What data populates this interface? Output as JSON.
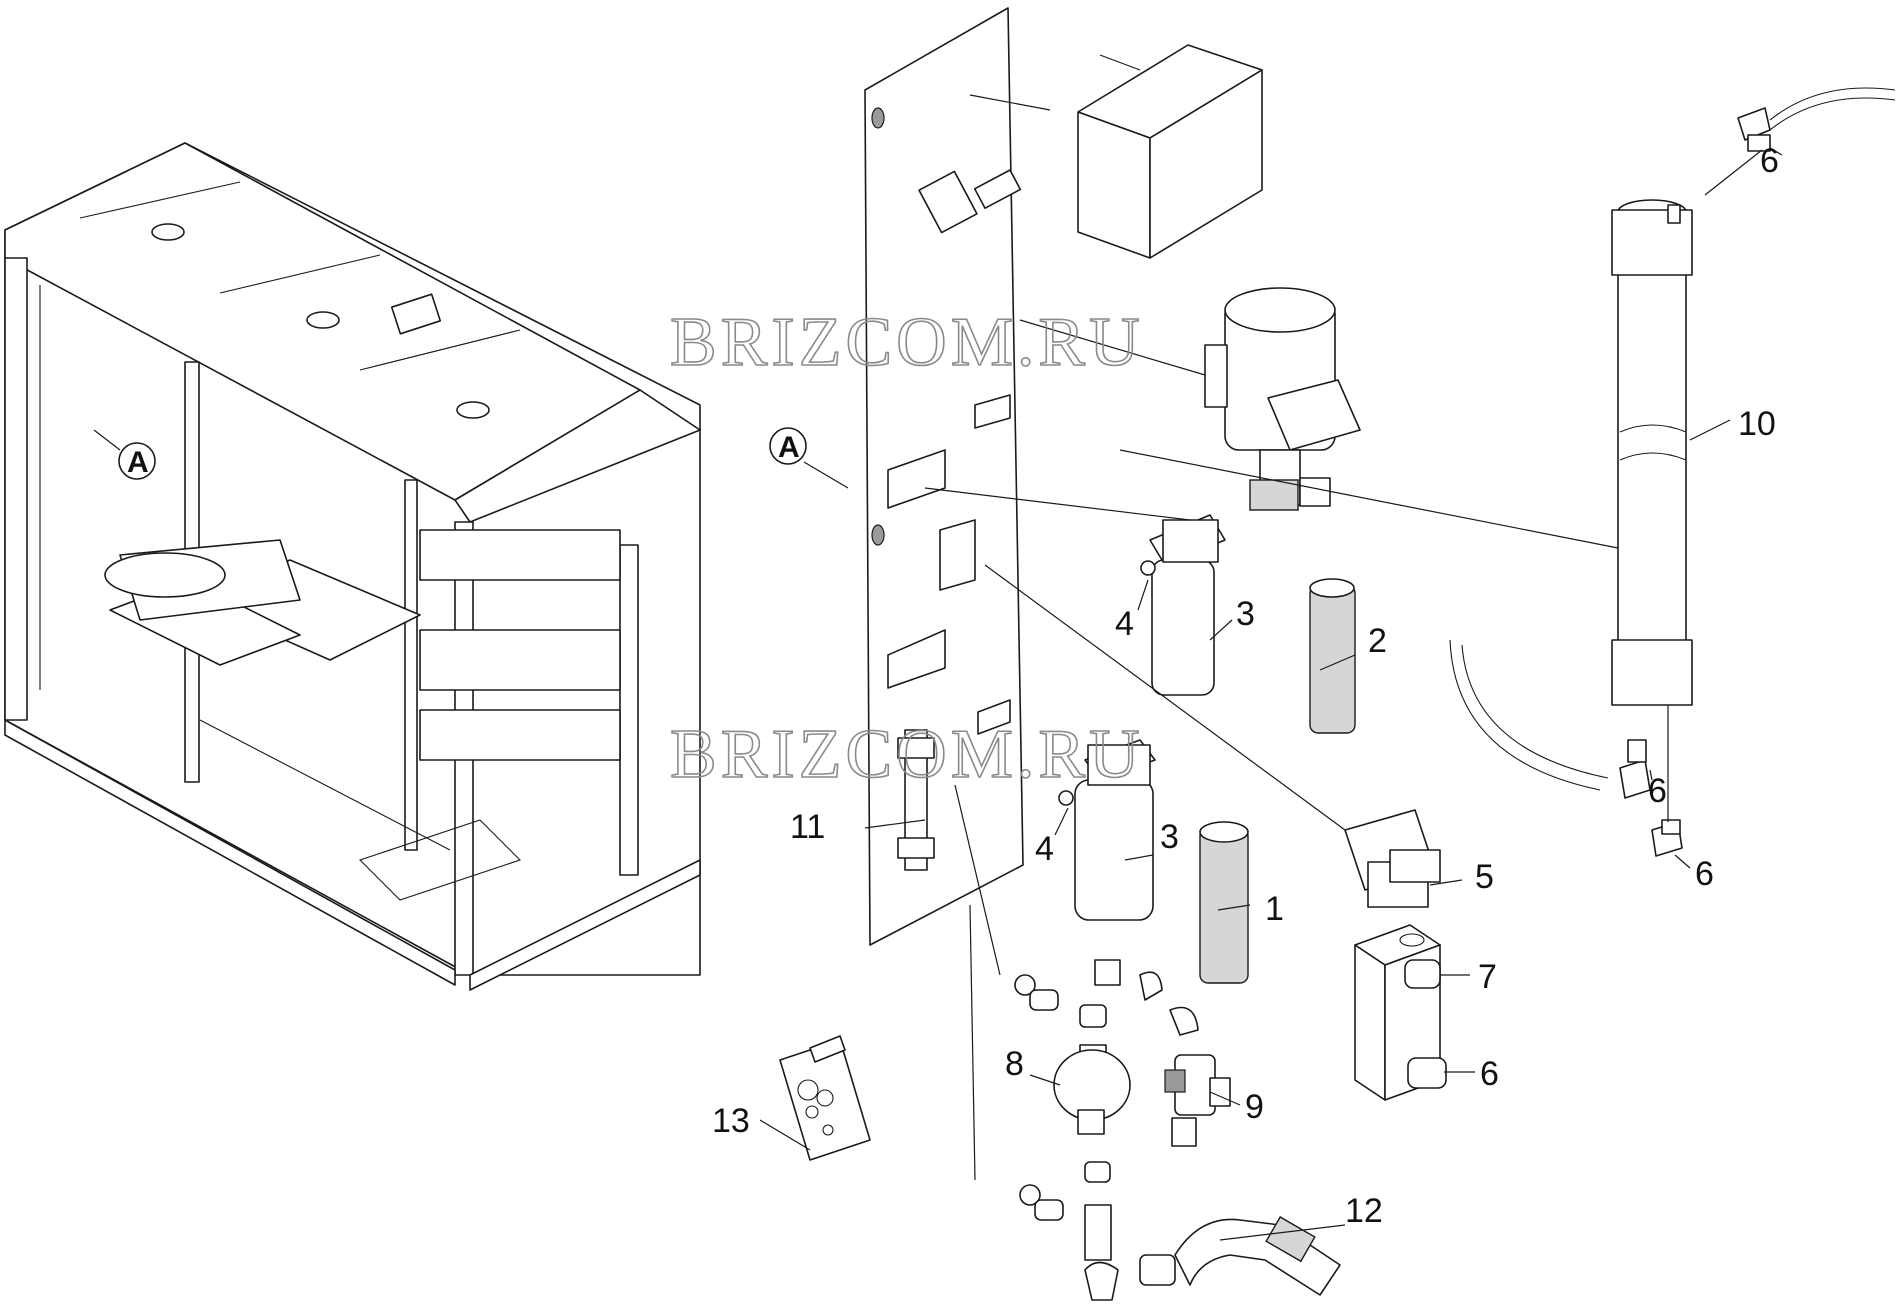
{
  "watermark": "BRIZCOM.RU",
  "view_marker": "A",
  "part_labels": {
    "p1": "1",
    "p2": "2",
    "p3a": "3",
    "p3b": "3",
    "p4a": "4",
    "p4b": "4",
    "p5": "5",
    "p6a": "6",
    "p6b": "6",
    "p6c": "6",
    "p6d": "6",
    "p7": "7",
    "p8": "8",
    "p9": "9",
    "p10": "10",
    "p11": "11",
    "p12": "12",
    "p13": "13"
  },
  "colors": {
    "line": "#1a1a1a",
    "watermark": "#8a8a8a",
    "background": "#ffffff"
  }
}
